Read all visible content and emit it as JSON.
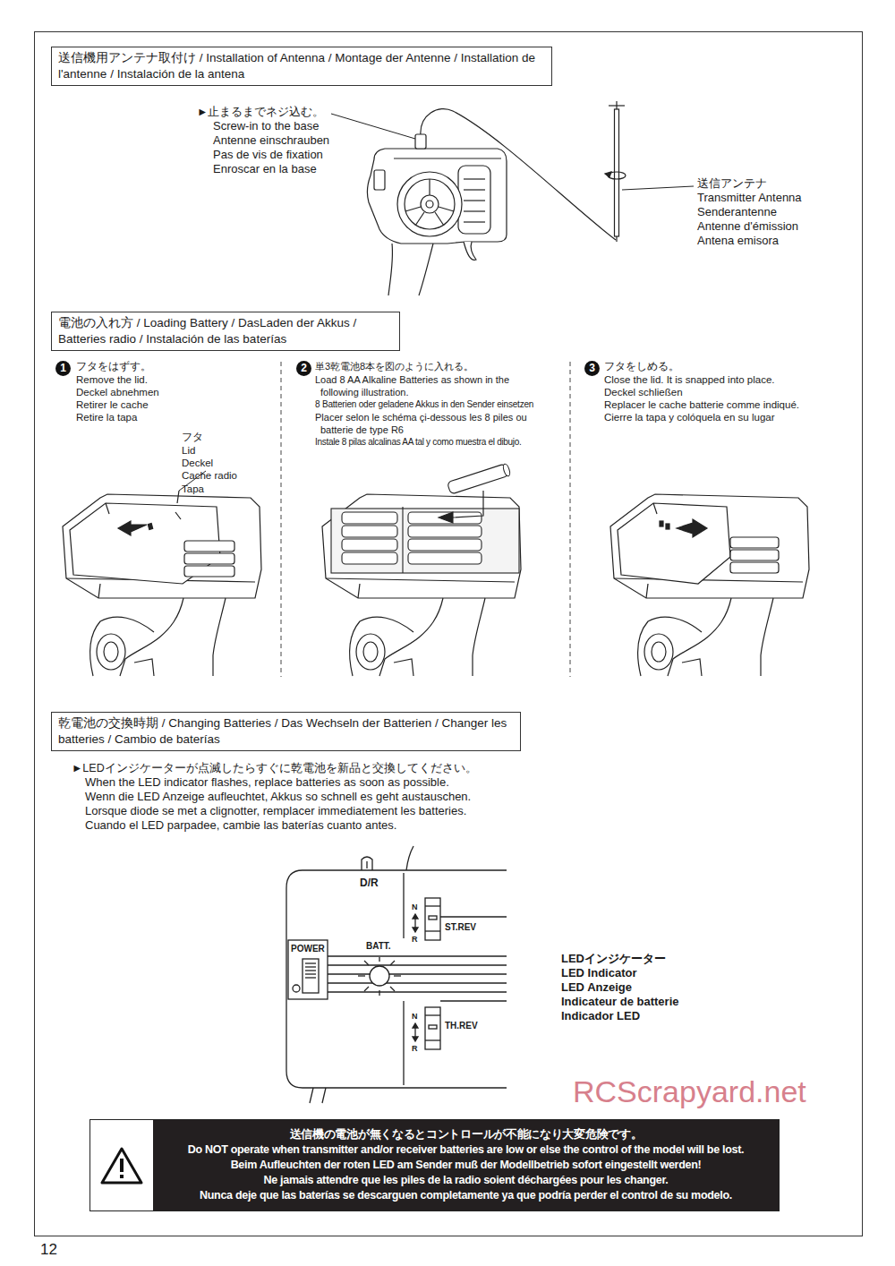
{
  "diagram": {
    "nodes": [
      {
        "text": [
          "送信機用アンテナ取付け / Installation of Antenna / Montage der Antenne / Installation de l'antenne / Instalación de la antena"
        ]
      },
      {
        "text": [
          "電池の入れ方 / Loading Battery / DasLaden der Akkus / Batteries radio / Instalación de las baterías"
        ]
      },
      {
        "text": [
          "1"
        ]
      },
      {
        "text": [
          "2"
        ]
      },
      {
        "text": [
          "3"
        ]
      },
      {
        "text": [
          "乾電池の交換時期 / Changing Batteries / Das Wechseln der Batterien / Changer les batteries / Cambio de baterías"
        ]
      },
      {
        "text": [
          "送信機の電池が無くなるとコントロールが不能になり大変危険です。",
          "Do NOT operate when transmitter and/or receiver batteries are low or else the control of the model will be lost.",
          "Beim Aufleuchten der roten LED am Sender muß der Modellbetrieb sofort eingestellt werden!",
          "Ne jamais attendre que les piles de la radio soient déchargées pour les changer.",
          "Nunca deje que las baterías se descarguen completamente ya que podría perder el control de su modelo."
        ]
      }
    ],
    "labels": [
      "►止まるまでネジ込む。",
      "Screw-in to the base",
      "Antenne einschrauben",
      "Pas de vis de fixation",
      "Enroscar en la base",
      "送信アンテナ",
      "Transmitter Antenna",
      "Senderantenne",
      "Antenne d'émission",
      "Antena emisora",
      "フタをはずす。",
      "Remove the lid.",
      "Deckel abnehmen",
      "Retirer le cache",
      "Retire la tapa",
      "フタ",
      "Lid",
      "Deckel",
      "Cache radio",
      "Tapa",
      "単3乾電池8本を図のように入れる。",
      "Load 8 AA Alkaline Batteries as shown in the",
      "following illustration.",
      "8 Batterien oder geladene Akkus in den Sender einsetzen",
      "Placer selon le schéma çi-dessous les 8 piles ou",
      "batterie de type R6",
      "Instale 8 pilas  alcalinas AA tal y como muestra el dibujo.",
      "フタをしめる。",
      "Close the lid. It is snapped into place.",
      "Deckel schließen",
      "Replacer le cache batterie comme indiqué.",
      "Cierre la tapa y colóquela en su lugar",
      "►LEDインジケーターが点滅したらすぐに乾電池を新品と交換してください。",
      "When the LED indicator flashes, replace batteries as soon as possible.",
      "Wenn die LED Anzeige aufleuchtet, Akkus so schnell es geht austauschen.",
      "Lorsque diode se met a clignotter, remplacer immediatement les batteries.",
      "Cuando el LED parpadee, cambie las baterías cuanto antes.",
      "D/R",
      "N",
      "R",
      "ST.REV",
      "POWER",
      "BATT.",
      "N",
      "R",
      "TH.REV",
      "LEDインジケーター",
      "LED Indicator",
      "LED Anzeige",
      "Indicateur de batterie",
      "Indicador LED",
      "12",
      "RCScrapyard.net"
    ]
  }
}
